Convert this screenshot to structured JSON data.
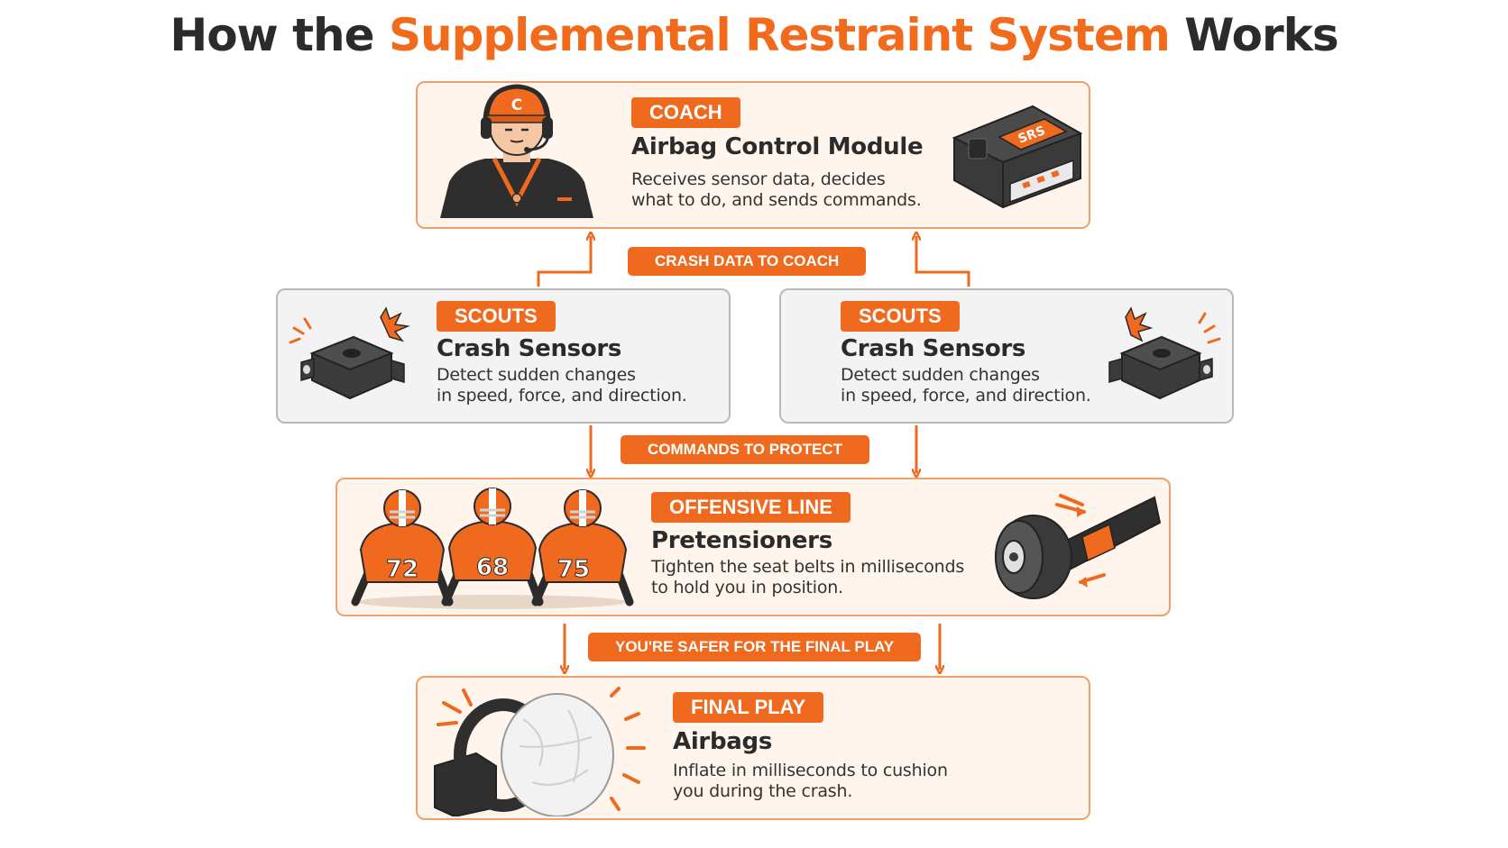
{
  "title": {
    "part1": "How the ",
    "part2": "Supplemental Restraint",
    "part3": " ",
    "part4": "System",
    "part5": " Works"
  },
  "colors": {
    "accent": "#ef6a1f",
    "dark": "#2b2b2b",
    "card_fill": "#fff5ec",
    "card_border": "#f1a06a",
    "gray_fill": "#f3f3f3",
    "gray_border": "#b9b9b9"
  },
  "coach": {
    "role": "COACH",
    "heading": "Airbag Control Module",
    "description": "Receives sensor data, decides\nwhat to do, and sends commands.",
    "cap_letter": "C",
    "module_label": "SRS"
  },
  "scouts_left": {
    "role": "SCOUTS",
    "heading": "Crash Sensors",
    "description": "Detect sudden changes\nin speed, force, and direction."
  },
  "scouts_right": {
    "role": "SCOUTS",
    "heading": "Crash Sensors",
    "description": "Detect sudden changes\nin speed, force, and direction."
  },
  "line": {
    "role": "OFFENSIVE LINE",
    "heading": "Pretensioners",
    "description": "Tighten the seat belts in milliseconds\nto hold you in position.",
    "jersey_numbers": [
      "72",
      "68",
      "75"
    ]
  },
  "final": {
    "role": "FINAL PLAY",
    "heading": "Airbags",
    "description": "Inflate in milliseconds to cushion\nyou during the crash."
  },
  "flows": {
    "crash_data": "CRASH DATA TO COACH",
    "commands": "COMMANDS TO PROTECT",
    "safer": "YOU'RE SAFER FOR THE FINAL PLAY"
  }
}
